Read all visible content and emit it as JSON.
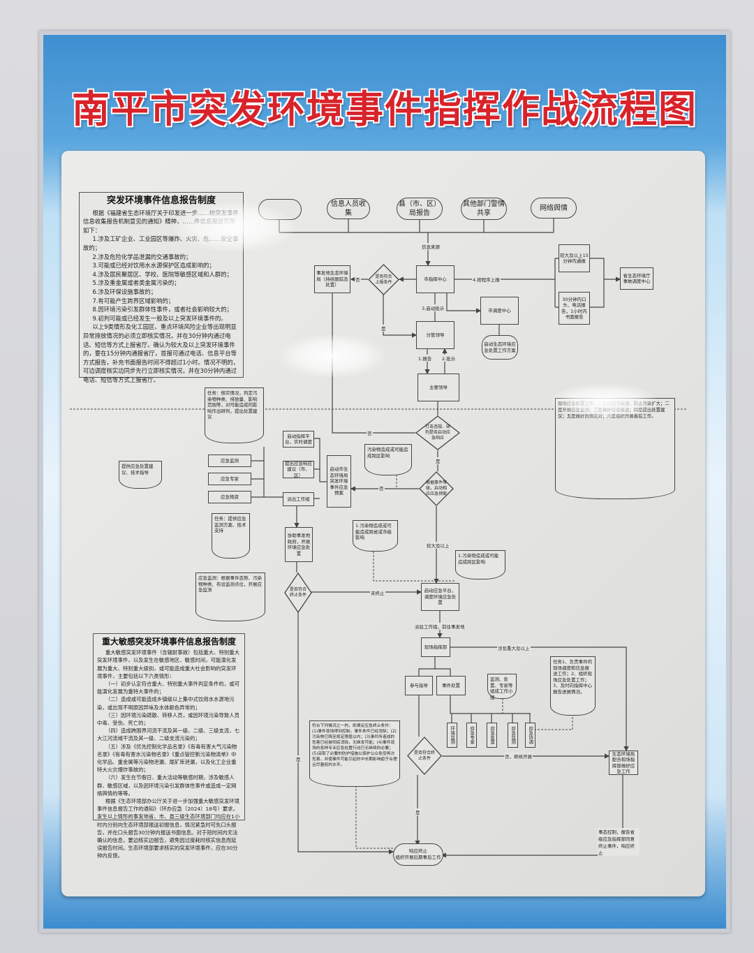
{
  "poster": {
    "title": "南平市突发环境事件指挥作战流程图",
    "colors": {
      "title": "#d8232a",
      "frame_blue": "#3e8fd0",
      "board": "#e6e6e4",
      "line": "#444444"
    }
  },
  "left_box_1": {
    "title": "突发环境事件信息报告制度",
    "intro": "根据《福建省生态环境厅关于印发进一步……统突发事件信息收集报告机制意见的通知》精神，……件信息报送范围如下：",
    "items": [
      "1.涉及工矿企业、工业园区等爆炸、火灾、危……安全事故的；",
      "2.涉及危险化学品泄漏的交通事故的；",
      "3.可能或已经对饮用水水源保护区造成影响的；",
      "4.涉及居民聚居区、学校、医院等敏感区域和人群的；",
      "5.涉及重金属或者类金属污染的；",
      "6.涉及环保设施事故的；",
      "7.有可能产生跨界区域影响的；",
      "8.因环境污染引发群体性事件，或者社会影响较大的；",
      "9.初判可能或已经发生一般及以上突发环境事件的。"
    ],
    "closing": "以上9类情形及化工园区、重点环境风险企业等出现明显异常排放情况的必须立即核实情况，并在30分钟内通过电话、短信等方式上报省厅。确认为较大及以上突发环境事件的，要在15分钟内通报省厅，首报可通过电话、信息平台等方式报告，补充书面报告时间不得超过1小时。情况不明的，可边调度核实边同步先行立即核实情况，并在30分钟内通过电话、短信等方式上报省厅。"
  },
  "left_box_2": {
    "title": "重大敏感突发环境事件信息报告制度",
    "intro": "重大敏感突发环境事件（含辐射事故）包括重大、特别重大突发环境事件，以及发生在敏感地区、敏感时间，可能演化发展为重大、特别重大级别，或可能造成重大社会影响的突发环境事件，主要包括以下六类情形：",
    "items": [
      "（一）初步认定符合重大、特别重大事件判定条件的，或可能演化发展为重特大事件的；",
      "（二）造成或可能造成乡镇级以上集中式饮用水水源地污染，或出现不明原因异味及水体颜色异常的；",
      "（三）因环境污染疏散、转移人员，或因环境污染导致人员中毒、受伤、死亡的；",
      "（四）造成跨国界河流干流及其一级、二级、三级支流，七大江河流域干流及其一级、二级支流污染的；",
      "（五）涉及《优先控制化学品名录》《有毒有害大气污染物名录》《有毒有害水污染物名录》《重点管控新污染物清单》中化学品、重金属等污染物泄漏、尾矿库泄漏，以及化工企业重特大火灾爆炸事故的；",
      "（六）发生在节假日、重大活动等敏感时期，涉及敏感人群、敏感区域，以及因环境污染引发群体性事件或造成一定网络舆情的等等。"
    ],
    "closing": "根据《生态环境部办公厅关于进一步加强重大敏感突发环境事件信息报告工作的通知》（环办应急〔2024〕18号）要求，发生以上情形的事发地省、市、县三级生态环境部门均应在1小时内分别向生态环境部报送初报信息，情况紧急时可先口头报告，并在口头报告30分钟内报送书面信息。对于短时间内无法确认的信息，要边核实边报告，避免因过度耗时核实信息而延误报告时间。生态环境部要求核实的突发环境事件，应在30分钟内反馈。"
  },
  "flow": {
    "sources": [
      "",
      "信息人员收集",
      "县（市、区）局报告",
      "其他部门警情共享",
      "网络舆情"
    ],
    "info_source": "信息来源",
    "local_bureau": "事发地生态环境局（持续跟踪及处置）",
    "report_check": "是否符合上报条件",
    "no": "否",
    "yes": "是",
    "city_center": "市指挥中心",
    "report_up": "4.按程序上报",
    "within15": "较大及以上15分钟内通报",
    "within30": "30分钟内口头、电话报告，1小时内书面报告",
    "province": "省生态环境厅事故调度中心",
    "dispatch_center": "市调度中心",
    "start_plan": "启动生态环境应急处置工作方案",
    "instruct3": "3.启动批示",
    "deputy_leader": "分管领导",
    "report1": "1.报告",
    "instruct2": "2.批示",
    "main_leader": "主要领导",
    "judge_response": "打击违规、研判是否启动应急响应",
    "task_doc": "任务：核实情况，判定污染物种类、排放量、影响范围等，对可能造成的影响作出研判，提出处置建议",
    "advice_doc": "提供应急处置建议、技术指导",
    "monitor": "应急监测",
    "expert": "应急专家",
    "supplies": "应急物资",
    "platform": "启动指挥平台，实时调度",
    "suggest": "提出应急响应建议（市、区）",
    "workgroup": "派出工作组",
    "city_plan": "启动市生态环境局突发环境事件应急预案",
    "cross_doc": "污染物造成或可能造成跨区影响",
    "level_check": "根据事件等级，启动相应应急预案",
    "larger": "较大及以上",
    "cross_doc2": "1.污染物造成或可能造成跨省或市级影响",
    "cross_doc3": "1.污染物造成或可能造成跨区影响",
    "assist": "协助事发地政府，开展环境应急处置",
    "task_doc2": "任务：提供应急监测方案、技术支持",
    "monitor_doc": "应急监测：根据事件态势、污染物种类、布设监测点位，开展应急监测",
    "end_check": "是否符合终止条件",
    "not_end": "未终止",
    "platform2": "启动应急平台，调度环境应急处置",
    "right_doc": "现场应急处置工作：一是控制污染源，防止污染扩大；二是开展应急监测；三是做好信息报送；四是提出处置建议；五是做好舆情应对；六是组织开展善后工作。",
    "field_note": "派驻工作组，前往事发地",
    "field_hq": "现场指挥部",
    "major_up": "涉及重大及以上",
    "guide": "参与指导",
    "handle": "事件处置",
    "team_doc": "监测、处置、专家等组成工作小组",
    "teams": [
      "环境监测",
      "应急专家",
      "应急处置",
      "应急监测",
      "应急协调"
    ],
    "task_doc3": "任务1、负责事件的现场调度和信息报送工作；2、组织现场应急处置工作；3、及时向指挥中心报告进展情况。",
    "end_check2": "是否符合终止条件",
    "end_conditions": "符合下列情况之一的，即满足应急终止条件：(1)事件现场得到控制，事件条件已经消除；(2)污染物已降至规定限值以内；(3)事件所造成的危害已经被彻底消除，无继发可能；(4)事件现场的各种专业应急处置行动已无继续的必要；(5)采取了必要的防护措施以保护公众免受再次危害，并使事件可能引起的中长期影响趋于合理且尽量低的水平。",
    "continue": "否，继续开展",
    "local_gov": "生态环境局配合现场指挥部做好应急工作",
    "controlled": "事态控制，报告省级应急指挥部同意终止事件，响应终止",
    "terminate": "响应终止\n组织开展后期事后工作"
  }
}
